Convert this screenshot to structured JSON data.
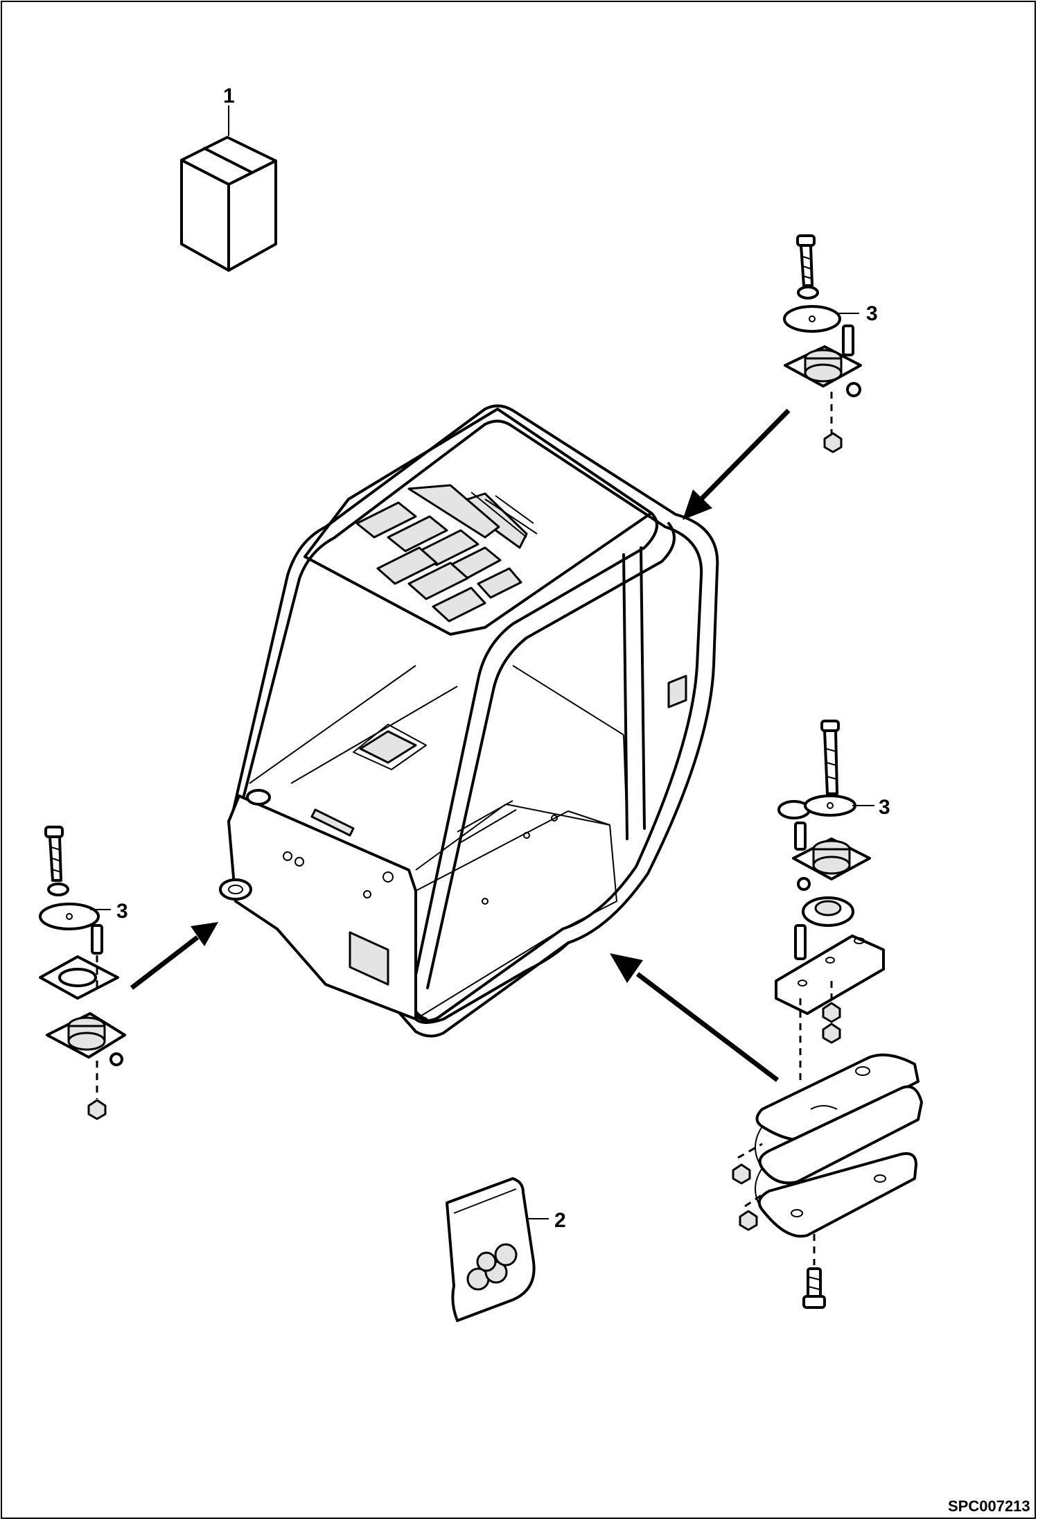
{
  "drawing_code": "SPC007213",
  "callouts": {
    "item_1": "1",
    "item_2": "2",
    "item_3_top": "3",
    "item_3_left": "3",
    "item_3_right": "3"
  }
}
